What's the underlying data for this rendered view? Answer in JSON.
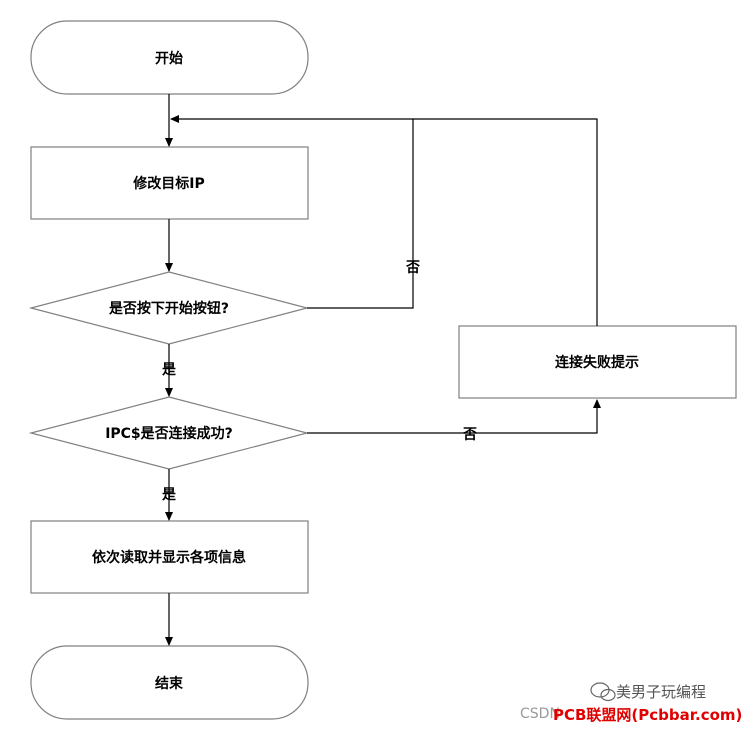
{
  "nodes": {
    "start": "开始",
    "modify_ip": "修改目标IP",
    "decision_start": "是否按下开始按钮?",
    "decision_ipc": "IPC$是否连接成功?",
    "read_show": "依次读取并显示各项信息",
    "fail_prompt": "连接失败提示",
    "end": "结束"
  },
  "edges": {
    "yes_1": "是",
    "yes_2": "是",
    "no_1": "否",
    "no_2": "否"
  },
  "watermark": {
    "account": "美男子玩编程",
    "csdn": "CSDN",
    "brand": "PCB联盟网(Pcbbar.com)"
  },
  "colors": {
    "stroke": "#808080",
    "fill": "#ffffff",
    "text": "#000000",
    "brand": "#e00000"
  }
}
